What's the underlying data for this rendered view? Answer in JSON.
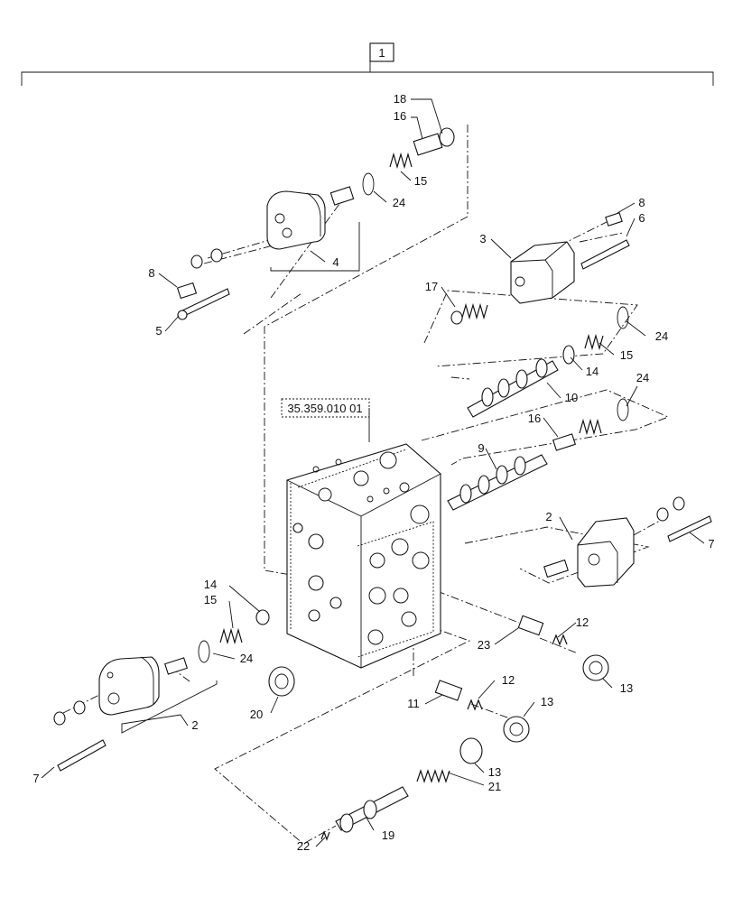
{
  "assembly": {
    "item_number": "1",
    "reference": "35.359.010 01"
  },
  "callouts": [
    {
      "id": "c18",
      "text": "18"
    },
    {
      "id": "c16a",
      "text": "16"
    },
    {
      "id": "c15a",
      "text": "15"
    },
    {
      "id": "c24a",
      "text": "24"
    },
    {
      "id": "c4",
      "text": "4"
    },
    {
      "id": "c8a",
      "text": "8"
    },
    {
      "id": "c5",
      "text": "5"
    },
    {
      "id": "c8b",
      "text": "8"
    },
    {
      "id": "c6",
      "text": "6"
    },
    {
      "id": "c3",
      "text": "3"
    },
    {
      "id": "c17",
      "text": "17"
    },
    {
      "id": "c24b",
      "text": "24"
    },
    {
      "id": "c15b",
      "text": "15"
    },
    {
      "id": "c14a",
      "text": "14"
    },
    {
      "id": "c10",
      "text": "10"
    },
    {
      "id": "c24c",
      "text": "24"
    },
    {
      "id": "c16b",
      "text": "16"
    },
    {
      "id": "c9",
      "text": "9"
    },
    {
      "id": "c2a",
      "text": "2"
    },
    {
      "id": "c7a",
      "text": "7"
    },
    {
      "id": "c14b",
      "text": "14"
    },
    {
      "id": "c15c",
      "text": "15"
    },
    {
      "id": "c24d",
      "text": "24"
    },
    {
      "id": "c12a",
      "text": "12"
    },
    {
      "id": "c23",
      "text": "23"
    },
    {
      "id": "c13a",
      "text": "13"
    },
    {
      "id": "c20",
      "text": "20"
    },
    {
      "id": "c2b",
      "text": "2"
    },
    {
      "id": "c11",
      "text": "11"
    },
    {
      "id": "c12b",
      "text": "12"
    },
    {
      "id": "c13b",
      "text": "13"
    },
    {
      "id": "c7b",
      "text": "7"
    },
    {
      "id": "c13c",
      "text": "13"
    },
    {
      "id": "c21",
      "text": "21"
    },
    {
      "id": "c22",
      "text": "22"
    },
    {
      "id": "c19",
      "text": "19"
    }
  ]
}
